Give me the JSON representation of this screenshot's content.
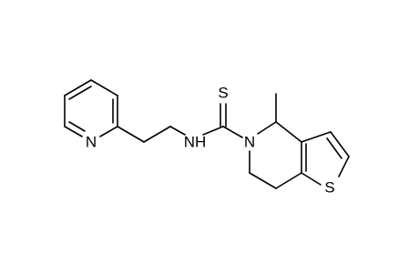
{
  "atoms": [
    {
      "id": "N_pyridine",
      "label": "N"
    },
    {
      "id": "N_amide",
      "label": "NH"
    },
    {
      "id": "S_thione",
      "label": "S"
    },
    {
      "id": "N_ring",
      "label": "N"
    },
    {
      "id": "S_thiophene",
      "label": "S"
    }
  ]
}
